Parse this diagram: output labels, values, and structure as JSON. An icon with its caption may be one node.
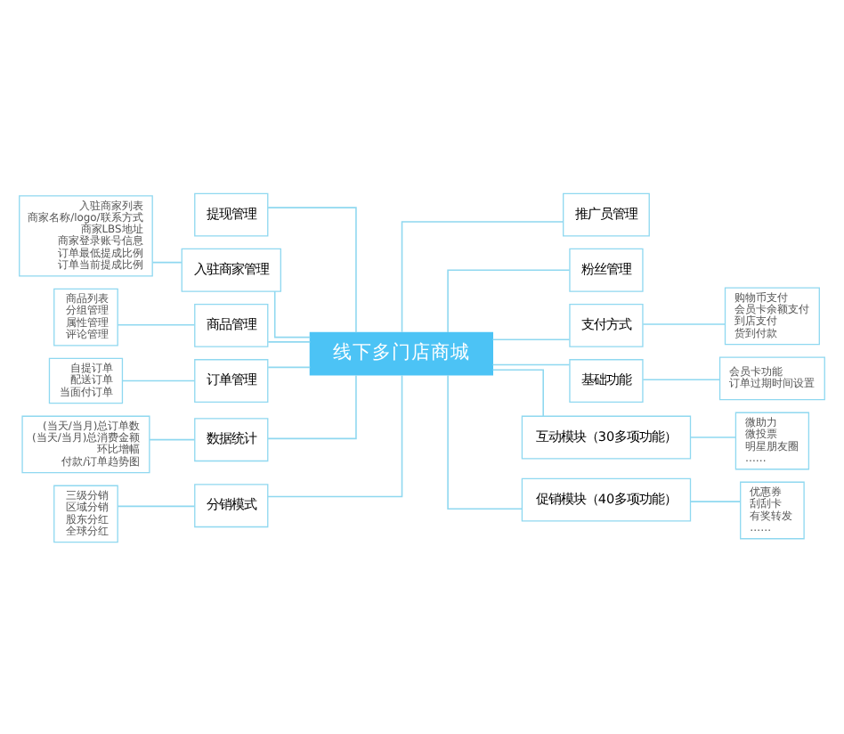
{
  "diagram": {
    "nodes": [
      {
        "text": [
          "线下多门店商城"
        ]
      },
      {
        "text": [
          "提现管理"
        ]
      },
      {
        "text": [
          "入驻商家管理"
        ]
      },
      {
        "text": [
          "入驻商家列表",
          "商家名称/logo/联系方式",
          "商家LBS地址",
          "商家登录账号信息",
          "订单最低提成比例",
          "订单当前提成比例"
        ]
      },
      {
        "text": [
          "商品管理"
        ]
      },
      {
        "text": [
          "商品列表",
          "分组管理",
          "属性管理",
          "评论管理"
        ]
      },
      {
        "text": [
          "订单管理"
        ]
      },
      {
        "text": [
          "自提订单",
          "配送订单",
          "当面付订单"
        ]
      },
      {
        "text": [
          "数据统计"
        ]
      },
      {
        "text": [
          "(当天/当月)总订单数",
          "(当天/当月)总消费金额",
          "环比增幅",
          "付款/订单趋势图"
        ]
      },
      {
        "text": [
          "分销模式"
        ]
      },
      {
        "text": [
          "三级分销",
          "区域分销",
          "股东分红",
          "全球分红"
        ]
      },
      {
        "text": [
          "推广员管理"
        ]
      },
      {
        "text": [
          "粉丝管理"
        ]
      },
      {
        "text": [
          "支付方式"
        ]
      },
      {
        "text": [
          "购物币支付",
          "会员卡余额支付",
          "到店支付",
          "货到付款"
        ]
      },
      {
        "text": [
          "基础功能"
        ]
      },
      {
        "text": [
          "会员卡功能",
          "订单过期时间设置"
        ]
      },
      {
        "text": [
          "互动模块（30多项功能）"
        ]
      },
      {
        "text": [
          "微助力",
          "微投票",
          "明星朋友圈",
          "……"
        ]
      },
      {
        "text": [
          "促销模块（40多项功能）"
        ]
      },
      {
        "text": [
          "优惠券",
          "刮刮卡",
          "有奖转发",
          "……"
        ]
      }
    ],
    "edges": [
      {
        "from": 0,
        "to": 1,
        "arrow": "none"
      },
      {
        "from": 0,
        "to": 2,
        "arrow": "none"
      },
      {
        "from": 2,
        "to": 3,
        "arrow": "none"
      },
      {
        "from": 0,
        "to": 4,
        "arrow": "none"
      },
      {
        "from": 4,
        "to": 5,
        "arrow": "none"
      },
      {
        "from": 0,
        "to": 6,
        "arrow": "none"
      },
      {
        "from": 6,
        "to": 7,
        "arrow": "none"
      },
      {
        "from": 0,
        "to": 8,
        "arrow": "none"
      },
      {
        "from": 8,
        "to": 9,
        "arrow": "none"
      },
      {
        "from": 0,
        "to": 10,
        "arrow": "none"
      },
      {
        "from": 10,
        "to": 11,
        "arrow": "none"
      },
      {
        "from": 0,
        "to": 12,
        "arrow": "none"
      },
      {
        "from": 0,
        "to": 13,
        "arrow": "none"
      },
      {
        "from": 0,
        "to": 14,
        "arrow": "none"
      },
      {
        "from": 14,
        "to": 15,
        "arrow": "none"
      },
      {
        "from": 0,
        "to": 16,
        "arrow": "none"
      },
      {
        "from": 16,
        "to": 17,
        "arrow": "none"
      },
      {
        "from": 0,
        "to": 18,
        "arrow": "none"
      },
      {
        "from": 18,
        "to": 19,
        "arrow": "none"
      },
      {
        "from": 0,
        "to": 20,
        "arrow": "none"
      },
      {
        "from": 20,
        "to": 21,
        "arrow": "none"
      }
    ]
  }
}
